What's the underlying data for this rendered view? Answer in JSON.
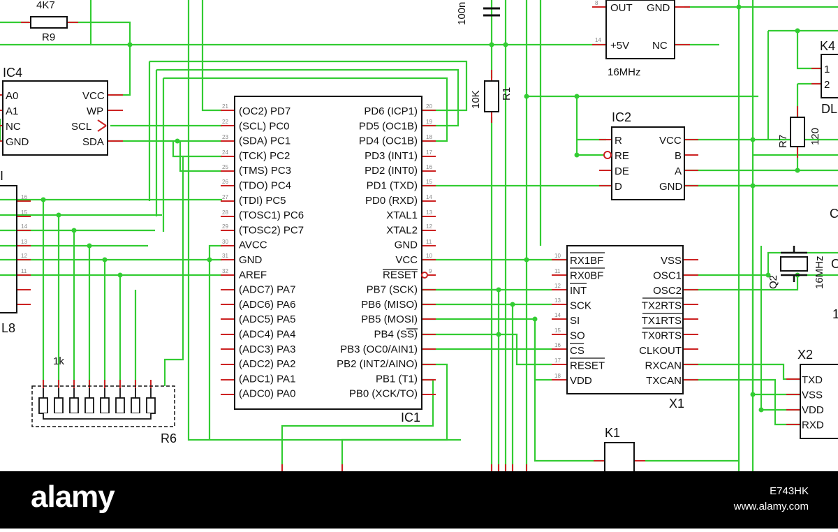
{
  "colors": {
    "wire": "#33cc33",
    "pin": "#cc2222",
    "body": "#111111",
    "footer": "#000000"
  },
  "labels": {
    "r9_value": "4K7",
    "r9_name": "R9",
    "c_value": "100n",
    "r1_value": "10K",
    "r1_name": "R1",
    "osc_out": "OUT",
    "osc_gnd": "GND",
    "osc_5v": "+5V",
    "osc_nc": "NC",
    "osc_freq": "16MHz",
    "ic4_name": "IC4",
    "ic4_a0": "A0",
    "ic4_a1": "A1",
    "ic4_nc": "NC",
    "ic4_gnd": "GND",
    "ic4_vcc": "VCC",
    "ic4_wp": "WP",
    "ic4_scl": "SCL",
    "ic4_sda": "SDA",
    "ic1_name": "IC1",
    "ic1_left": [
      "(OC2) PD7",
      "(SCL) PC0",
      "(SDA) PC1",
      "(TCK) PC2",
      "(TMS) PC3",
      "(TDO) PC4",
      "(TDI) PC5",
      "(TOSC1) PC6",
      "(TOSC2) PC7",
      "AVCC",
      "GND",
      "AREF",
      "(ADC7) PA7",
      "(ADC6) PA6",
      "(ADC5) PA5",
      "(ADC4) PA4",
      "(ADC3) PA3",
      "(ADC2) PA2",
      "(ADC1) PA1",
      "(ADC0) PA0"
    ],
    "ic1_right": [
      "PD6 (ICP1)",
      "PD5 (OC1B)",
      "PD4 (OC1B)",
      "PD3 (INT1)",
      "PD2 (INT0)",
      "PD1 (TXD)",
      "PD0 (RXD)",
      "XTAL1",
      "XTAL2",
      "GND",
      "VCC",
      "RESET",
      "PB7 (SCK)",
      "PB6 (MISO)",
      "PB5 (MOSI)",
      "PB4 (SS)",
      "PB3 (OC0/AIN1)",
      "PB2 (INT2/AINO)",
      "PB1 (T1)",
      "PB0 (XCK/TO)"
    ],
    "ic2_name": "IC2",
    "ic2_r": "R",
    "ic2_re": "RE",
    "ic2_de": "DE",
    "ic2_d": "D",
    "ic2_vcc": "VCC",
    "ic2_b": "B",
    "ic2_a": "A",
    "ic2_gnd": "GND",
    "r7_name": "R7",
    "r7_value": "120",
    "k4_name": "K4",
    "k4_p1": "1",
    "k4_p2": "2",
    "k4_dl": "DL",
    "q2_name": "Q2",
    "q2_freq": "16MHz",
    "x1_name": "X1",
    "x1_left": [
      "RX1BF",
      "RX0BF",
      "INT",
      "SCK",
      "SI",
      "SO",
      "CS",
      "RESET",
      "VDD"
    ],
    "x1_right": [
      "VSS",
      "OSC1",
      "OSC2",
      "TX2RTS",
      "TX1RTS",
      "TX0RTS",
      "CLKOUT",
      "RXCAN",
      "TXCAN"
    ],
    "x2_name": "X2",
    "x2_pins": [
      "TXD",
      "VSS",
      "VDD",
      "RXD"
    ],
    "k1_name": "K1",
    "r6_name": "R6",
    "r6_value": "1k",
    "l8_name": "L8",
    "edge_c": "C",
    "edge_o": "O",
    "edge_1": "1",
    "edge_i": "I"
  },
  "footer": {
    "logo": "alamy",
    "image_id": "E743HK",
    "site": "www.alamy.com"
  }
}
